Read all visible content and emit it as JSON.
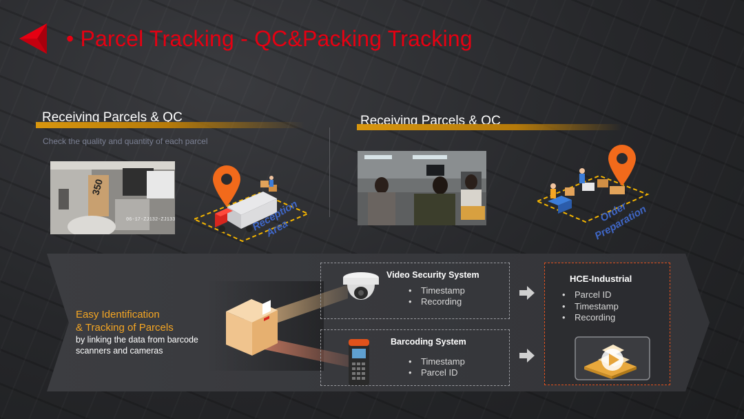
{
  "slide": {
    "title": "Parcel Tracking - QC&Packing Tracking",
    "title_bullet": "•",
    "accent_color": "#e60012"
  },
  "left_section": {
    "title": "Receiving Parcels & QC",
    "subtitle": "Check the quality and quantity of each parcel",
    "photo_box_label": "350",
    "photo_timestamp": "06-17-ZJ132-ZJ133",
    "area_label_line1": "Reception",
    "area_label_line2": "Area"
  },
  "right_section": {
    "title": "Receiving Parcels & QC",
    "area_label_line1": "Order",
    "area_label_line2": "Preparation"
  },
  "feature": {
    "headline_line1": "Easy Identification",
    "headline_line2": "& Tracking of Parcels",
    "description_line1": "by linking the data from barcode",
    "description_line2": "scanners and cameras",
    "highlight_color": "#f5a623"
  },
  "video_system": {
    "title": "Video Security System",
    "items": [
      "Timestamp",
      "Recording"
    ]
  },
  "barcode_system": {
    "title": "Barcoding System",
    "items": [
      "Timestamp",
      "Parcel ID"
    ]
  },
  "hce": {
    "title": "HCE-Industrial",
    "items": [
      "Parcel ID",
      "Timestamp",
      "Recording"
    ],
    "border_color": "#e2521e"
  },
  "icons": {
    "logo": "red-triangle-logo-icon",
    "camera": "dome-camera-icon",
    "scanner": "barcode-scanner-icon",
    "parcel": "parcel-box-icon",
    "arrow": "arrow-right-icon",
    "play": "play-icon"
  }
}
